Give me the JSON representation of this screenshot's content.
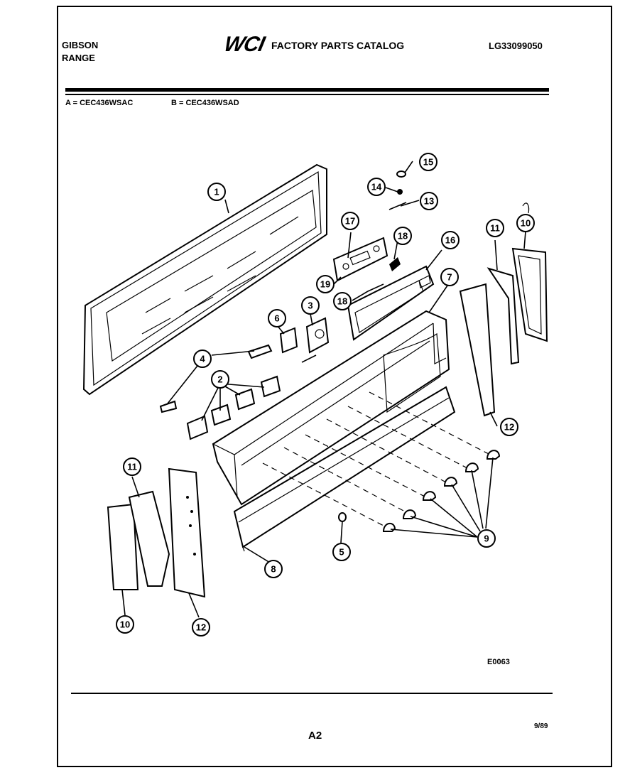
{
  "header": {
    "brand": "GIBSON",
    "product": "RANGE",
    "logo": "WCI",
    "catalog_title": "FACTORY PARTS CATALOG",
    "catalog_number": "LG33099050"
  },
  "models": {
    "a": "A = CEC436WSAC",
    "b": "B = CEC436WSAD"
  },
  "diagram": {
    "callouts": [
      "1",
      "2",
      "3",
      "4",
      "5",
      "6",
      "7",
      "8",
      "9",
      "10",
      "11",
      "12",
      "13",
      "14",
      "15",
      "16",
      "17",
      "18",
      "19"
    ],
    "figure_code": "E0063"
  },
  "footer": {
    "page": "A2",
    "date": "9/89"
  }
}
